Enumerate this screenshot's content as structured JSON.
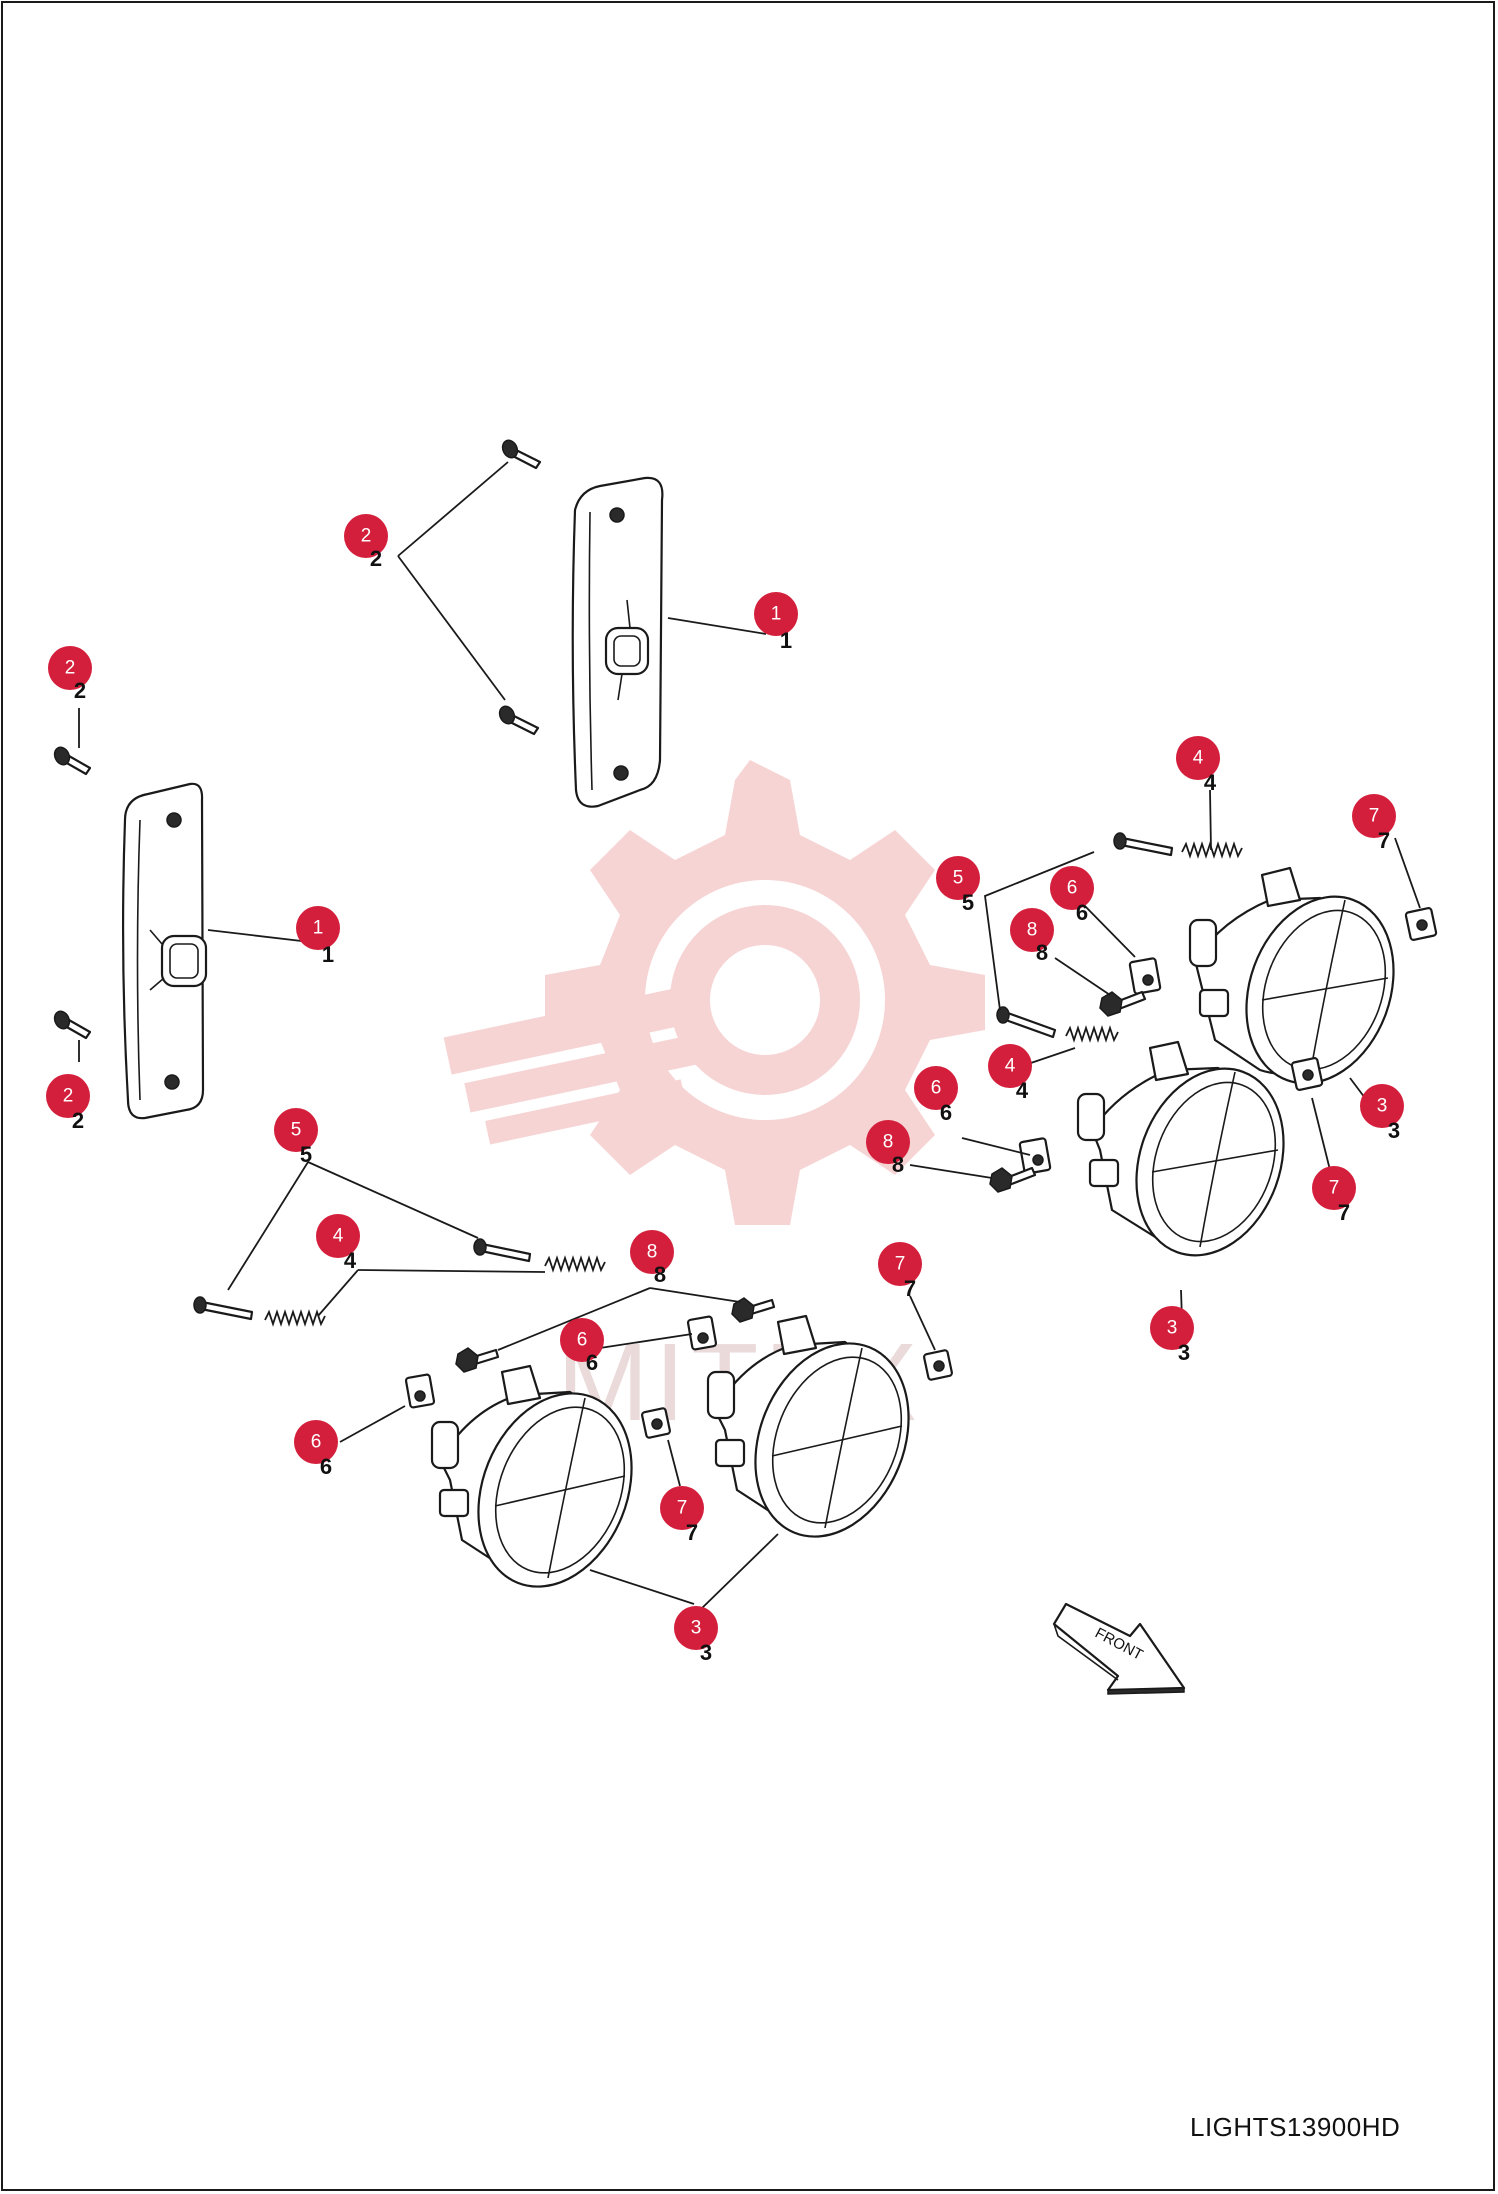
{
  "drawing_code": "LIGHTS13900HD",
  "watermark": "MITEX",
  "direction_label": "FRONT",
  "callouts": [
    {
      "number": "1",
      "part": "side-marker-lamp"
    },
    {
      "number": "2",
      "part": "screw"
    },
    {
      "number": "3",
      "part": "headlamp-assembly"
    },
    {
      "number": "4",
      "part": "adjuster-spring"
    },
    {
      "number": "5",
      "part": "adjuster-bolt"
    },
    {
      "number": "6",
      "part": "clip-nut"
    },
    {
      "number": "7",
      "part": "speed-nut"
    },
    {
      "number": "8",
      "part": "flange-bolt"
    }
  ],
  "colors": {
    "callout": "#d41f3c",
    "line": "#1a1a1a",
    "watermark": "#f7d4d4"
  }
}
